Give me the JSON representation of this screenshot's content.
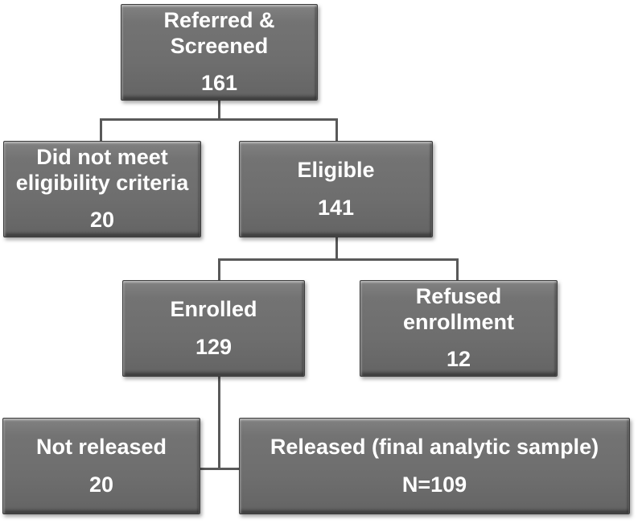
{
  "diagram": {
    "type": "flowchart",
    "boxes": [
      {
        "id": "referred",
        "label": "Referred & Screened",
        "value": "161"
      },
      {
        "id": "not-eligible",
        "label": "Did not meet eligibility criteria",
        "value": "20"
      },
      {
        "id": "eligible",
        "label": "Eligible",
        "value": "141"
      },
      {
        "id": "enrolled",
        "label": "Enrolled",
        "value": "129"
      },
      {
        "id": "refused",
        "label": "Refused enrollment",
        "value": "12"
      },
      {
        "id": "not-released",
        "label": "Not released",
        "value": "20"
      },
      {
        "id": "released",
        "label": "Released (final analytic sample)",
        "value": "N=109"
      }
    ],
    "colors": {
      "box_fill": "#6e6e6e",
      "box_fill_light": "#828282",
      "box_border": "#3c3c3c",
      "connector": "#595959",
      "text": "#ffffff",
      "background": "#ffffff"
    }
  }
}
